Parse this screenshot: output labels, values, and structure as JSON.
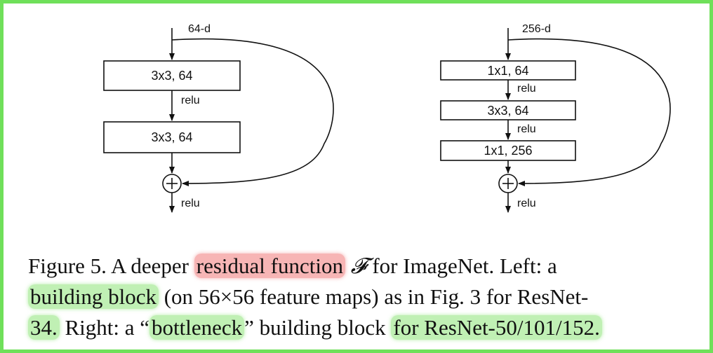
{
  "diagram": {
    "left": {
      "input_label": "64-d",
      "layer1": "3x3, 64",
      "act1": "relu",
      "layer2": "3x3, 64",
      "act_out": "relu"
    },
    "right": {
      "input_label": "256-d",
      "layer1": "1x1, 64",
      "act1": "relu",
      "layer2": "3x3, 64",
      "act2": "relu",
      "layer3": "1x1, 256",
      "act_out": "relu"
    }
  },
  "caption": {
    "l1_a": "Figure 5. A deeper ",
    "l1_hl": "residual function",
    "l1_f": "𝓕",
    "l1_b": " for ImageNet.  Left: a",
    "l2_hl": "building block",
    "l2_b": " (on 56×56 feature maps) as in Fig. 3 for ResNet-",
    "l3_hl1": "34.",
    "l3_a": " Right: a “",
    "l3_hl2": "bottleneck",
    "l3_b": "” building block ",
    "l3_hl3": "for ResNet-50/101/152."
  },
  "colors": {
    "border": "#6fe05a",
    "highlight_red": "#f07878",
    "highlight_green": "#96e682"
  }
}
